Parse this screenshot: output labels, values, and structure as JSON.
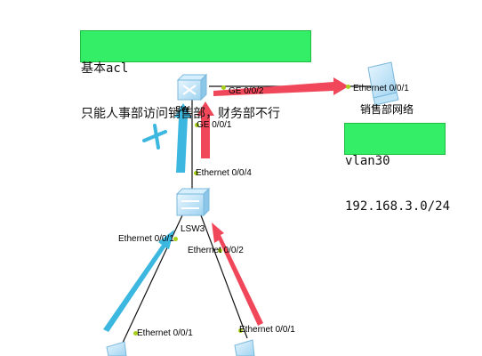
{
  "notes": {
    "acl": {
      "line1": "基本acl",
      "line2": "只能人事部访问销售部，财务部不行"
    },
    "vlan": {
      "line1": "vlan30",
      "line2": "192.168.3.0/24"
    }
  },
  "devices": {
    "core_switch": {
      "name": "SW"
    },
    "access_switch": {
      "name": "LSW3"
    },
    "sales_pc": {
      "name": "销售部网络"
    },
    "pc_left": {
      "name": ""
    },
    "pc_right": {
      "name": ""
    }
  },
  "ports": {
    "core_ge002": "GE 0/0/2",
    "core_ge001": "GE 0/0/1",
    "sales_eth001": "Ethernet 0/0/1",
    "lsw3_eth004": "Ethernet 0/0/4",
    "lsw3_eth001": "Ethernet 0/0/1",
    "lsw3_eth002": "Ethernet 0/0/2",
    "pcleft_eth001": "Ethernet 0/0/1",
    "pcright_eth001": "Ethernet 0/0/1"
  },
  "colors": {
    "allowed_arrow": "#f0485a",
    "denied_arrow": "#3cb8e0",
    "link_line": "#111111",
    "note_bg": "#33ee66",
    "port_dot": "#a8d018"
  },
  "icons": {
    "core_switch": "layer3-switch-icon",
    "access_switch": "access-switch-icon",
    "sales_pc": "pc-icon",
    "blocked_mark": "cross-icon"
  }
}
